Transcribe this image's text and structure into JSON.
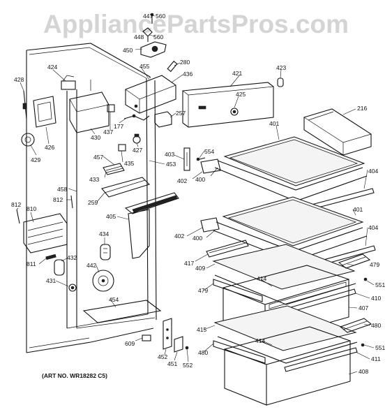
{
  "watermark": "AppliancePartsPros.com",
  "art_no": "(ART NO. WR18282 C5)",
  "callouts": {
    "c447": "447",
    "c560a": "560",
    "c448": "448",
    "c560b": "560",
    "c450": "450",
    "c280": "280",
    "c455": "455",
    "c436": "436",
    "c421": "421",
    "c423": "423",
    "c424": "424",
    "c428": "428",
    "c425": "425",
    "c216": "216",
    "c257": "257",
    "c430": "430",
    "c437": "437",
    "c177": "177",
    "c426": "426",
    "c401a": "401",
    "c427": "427",
    "c429": "429",
    "c457": "457",
    "c435": "435",
    "c403": "403",
    "c554": "554",
    "c453": "453",
    "c402a": "402",
    "c400a": "400",
    "c404a": "404",
    "c433": "433",
    "c458": "458",
    "c812a": "812",
    "c812b": "812",
    "c259": "259",
    "c810": "810",
    "c401b": "401",
    "c405": "405",
    "c404b": "404",
    "c434": "434",
    "c402b": "402",
    "c400b": "400",
    "c811": "811",
    "c432": "432",
    "c417": "417",
    "c409": "409",
    "c479a": "479",
    "c442": "442",
    "c431": "431",
    "c414a": "414",
    "c551a": "551",
    "c479b": "479",
    "c410": "410",
    "c454": "454",
    "c407": "407",
    "c480a": "480",
    "c415": "415",
    "c609": "609",
    "c414b": "414",
    "c551b": "551",
    "c480b": "480",
    "c452": "452",
    "c411": "411",
    "c451": "451",
    "c552": "552",
    "c408": "408"
  }
}
